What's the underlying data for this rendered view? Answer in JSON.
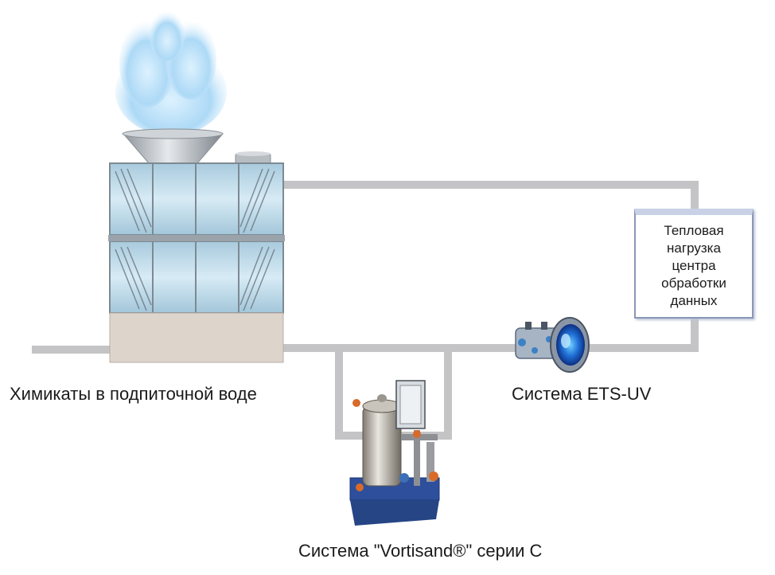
{
  "labels": {
    "chemicals": "Химикаты в подпиточной воде",
    "ets_uv": "Система ETS-UV",
    "vortisand": "Система \"Vortisand®\" серии C",
    "heat_load": "Тепловая\nнагрузка\nцентра\nобработки\nданных"
  },
  "colors": {
    "pipe": "#c4c4c6",
    "tower_panel": "#b9d6e6",
    "tower_base": "#ddd4cc",
    "plume": "#9fd3f5",
    "box_border": "#8a96b8"
  }
}
